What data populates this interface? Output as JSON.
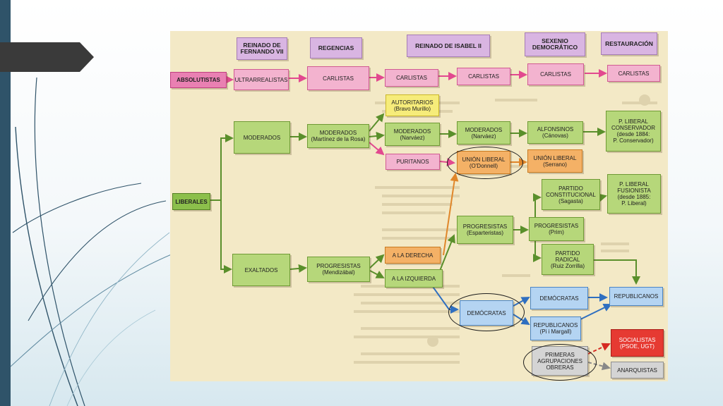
{
  "eras": {
    "fernando": [
      "REINADO DE",
      "FERNANDO VII"
    ],
    "regencias": [
      "REGENCIAS"
    ],
    "isabel": [
      "REINADO DE ISABEL II"
    ],
    "sexenio": [
      "SEXENIO",
      "DEMOCRÁTICO"
    ],
    "restauracion": [
      "RESTAURACIÓN"
    ]
  },
  "absolutistas": {
    "root": [
      "ABSOLUTISTAS"
    ],
    "ultrarrealistas": [
      "ULTRARREALISTAS"
    ],
    "carlistas_regencias": [
      "CARLISTAS"
    ],
    "carlistas_isabel1": [
      "CARLISTAS"
    ],
    "carlistas_isabel2": [
      "CARLISTAS"
    ],
    "carlistas_sexenio": [
      "CARLISTAS"
    ],
    "carlistas_restauracion": [
      "CARLISTAS"
    ]
  },
  "liberales": {
    "root": [
      "LIBERALES"
    ],
    "moderados": [
      "MODERADOS"
    ],
    "moderados_regencias": [
      "MODERADOS",
      "(Martínez de la Rosa)"
    ],
    "autoritarios": [
      "AUTORITARIOS",
      "(Bravo Murillo)"
    ],
    "moderados_narvaez1": [
      "MODERADOS",
      "(Narváez)"
    ],
    "moderados_narvaez2": [
      "MODERADOS",
      "(Narváez)"
    ],
    "puritanos": [
      "PURITANOS"
    ],
    "union_odonnell": [
      "UNIÓN LIBERAL",
      "(O'Donnell)"
    ],
    "union_serrano": [
      "UNIÓN LIBERAL",
      "(Serrano)"
    ],
    "alfonsinos": [
      "ALFONSINOS",
      "(Cánovas)"
    ],
    "p_conservador": [
      "P. LIBERAL",
      "CONSERVADOR",
      "(desde 1884:",
      "P. Conservador)"
    ],
    "exaltados": [
      "EXALTADOS"
    ],
    "progresistas_regencias": [
      "PROGRESISTAS",
      "(Mendizábal)"
    ],
    "a_la_derecha": [
      "A LA DERECHA"
    ],
    "a_la_izquierda": [
      "A LA IZQUIERDA"
    ],
    "progresistas_espartero": [
      "PROGRESISTAS",
      "(Esparteristas)"
    ],
    "progresistas_prim": [
      "PROGRESISTAS",
      "(Prim)"
    ],
    "partido_constitucional": [
      "PARTIDO",
      "CONSTITUCIONAL",
      "(Sagasta)"
    ],
    "partido_radical": [
      "PARTIDO",
      "RADICAL",
      "(Ruiz Zorrilla)"
    ],
    "p_fusionista": [
      "P. LIBERAL",
      "FUSIONISTA",
      "(desde 1885:",
      "P. Liberal)"
    ],
    "democratas_isabel": [
      "DEMÓCRATAS"
    ],
    "democratas_sexenio": [
      "DEMÓCRATAS"
    ],
    "republicanos_pi": [
      "REPUBLICANOS",
      "(Pi i Margall)"
    ],
    "republicanos": [
      "REPUBLICANOS"
    ],
    "socialistas": [
      "SOCIALISTAS",
      "(PSOE, UGT)"
    ],
    "primeras_agrupaciones": [
      "PRIMERAS",
      "AGRUPACIONES",
      "OBRERAS"
    ],
    "anarquistas": [
      "ANARQUISTAS"
    ]
  },
  "colors": {
    "absolutistas": "#e980b2",
    "moderados": "#b6d77a",
    "autoritarios": "#f6ec7a",
    "union_liberal": "#f4b166",
    "democratas": "#b4d4f2",
    "socialistas": "#e63a32",
    "obreras": "#d4d4d4",
    "slide_bar": "#2f5369"
  }
}
